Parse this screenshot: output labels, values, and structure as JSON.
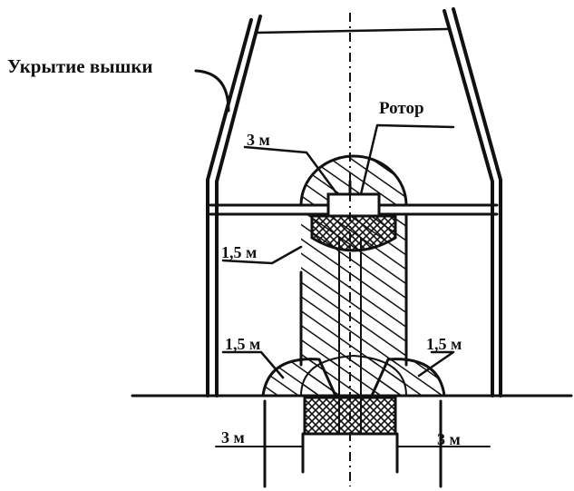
{
  "labels": {
    "cover": "Укрытие вышки",
    "rotor": "Ротор",
    "dim_3m_top": "3 м",
    "dim_15m_mid": "1,5 м",
    "dim_15m_left": "1,5 м",
    "dim_15m_right": "1,5 м",
    "dim_3m_bottom_left": "3 м",
    "dim_3m_bottom_right": "3 м"
  },
  "colors": {
    "ink": "#111111",
    "paper": "#ffffff"
  }
}
